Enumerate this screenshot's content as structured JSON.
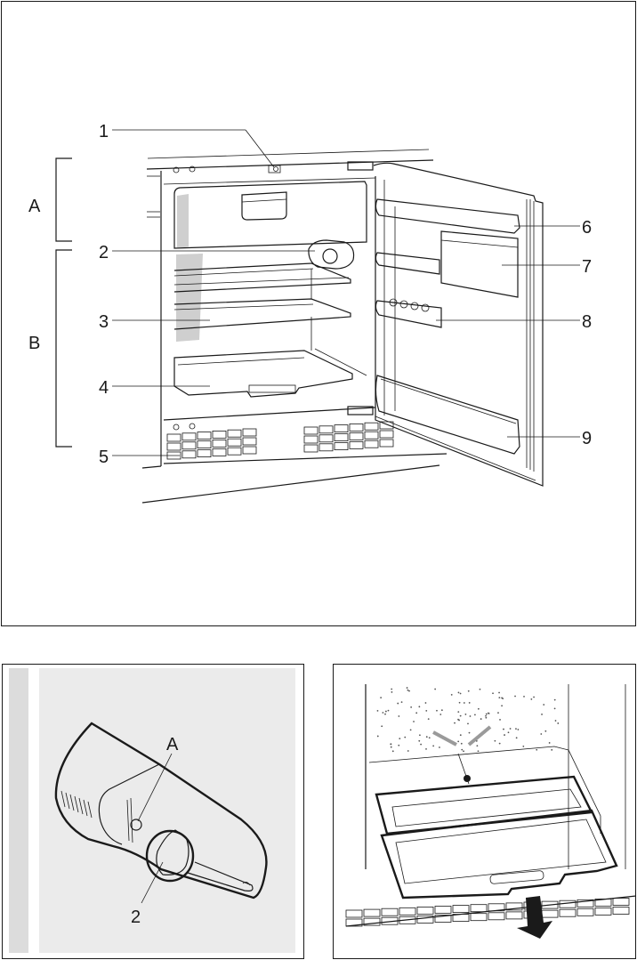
{
  "figures": {
    "main": {
      "title": "Appliance overview",
      "zone_labels": [
        {
          "id": "A",
          "text": "A"
        },
        {
          "id": "B",
          "text": "B"
        }
      ],
      "callouts": [
        {
          "number": "1",
          "side": "left"
        },
        {
          "number": "2",
          "side": "left"
        },
        {
          "number": "3",
          "side": "left"
        },
        {
          "number": "4",
          "side": "left"
        },
        {
          "number": "5",
          "side": "left"
        },
        {
          "number": "6",
          "side": "right"
        },
        {
          "number": "7",
          "side": "right"
        },
        {
          "number": "8",
          "side": "right"
        },
        {
          "number": "9",
          "side": "right"
        }
      ]
    },
    "thermostat": {
      "callouts": [
        {
          "number": "A"
        },
        {
          "number": "2"
        }
      ],
      "colors": {
        "background": "#ebebeb",
        "strip": "#dcdcdc"
      }
    },
    "crisper": {
      "arrow_color": "#1a1a1a",
      "airflow_arrow_color": "#9a9a9a"
    }
  }
}
